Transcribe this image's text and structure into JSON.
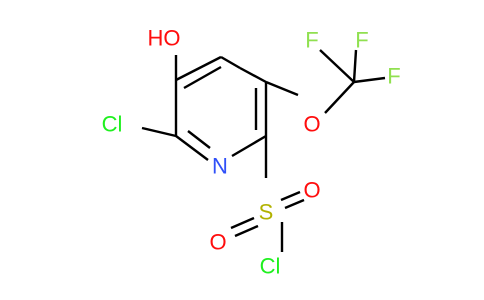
{
  "molecule": {
    "colors": {
      "bond": "#000000",
      "oxygen": "#ff0d0d",
      "nitrogen": "#3050f8",
      "chlorine": "#1ff01f",
      "fluorine": "#90e050",
      "sulfur": "#b2b200"
    },
    "atoms": {
      "ho": "HO",
      "o_ether": "O",
      "f_top_left": "F",
      "f_top_right": "F",
      "f_right": "F",
      "cl_ring": "Cl",
      "n_ring": "N",
      "s": "S",
      "o_sulfonyl_top": "O",
      "o_sulfonyl_left": "O",
      "cl_sulfonyl": "Cl"
    }
  }
}
